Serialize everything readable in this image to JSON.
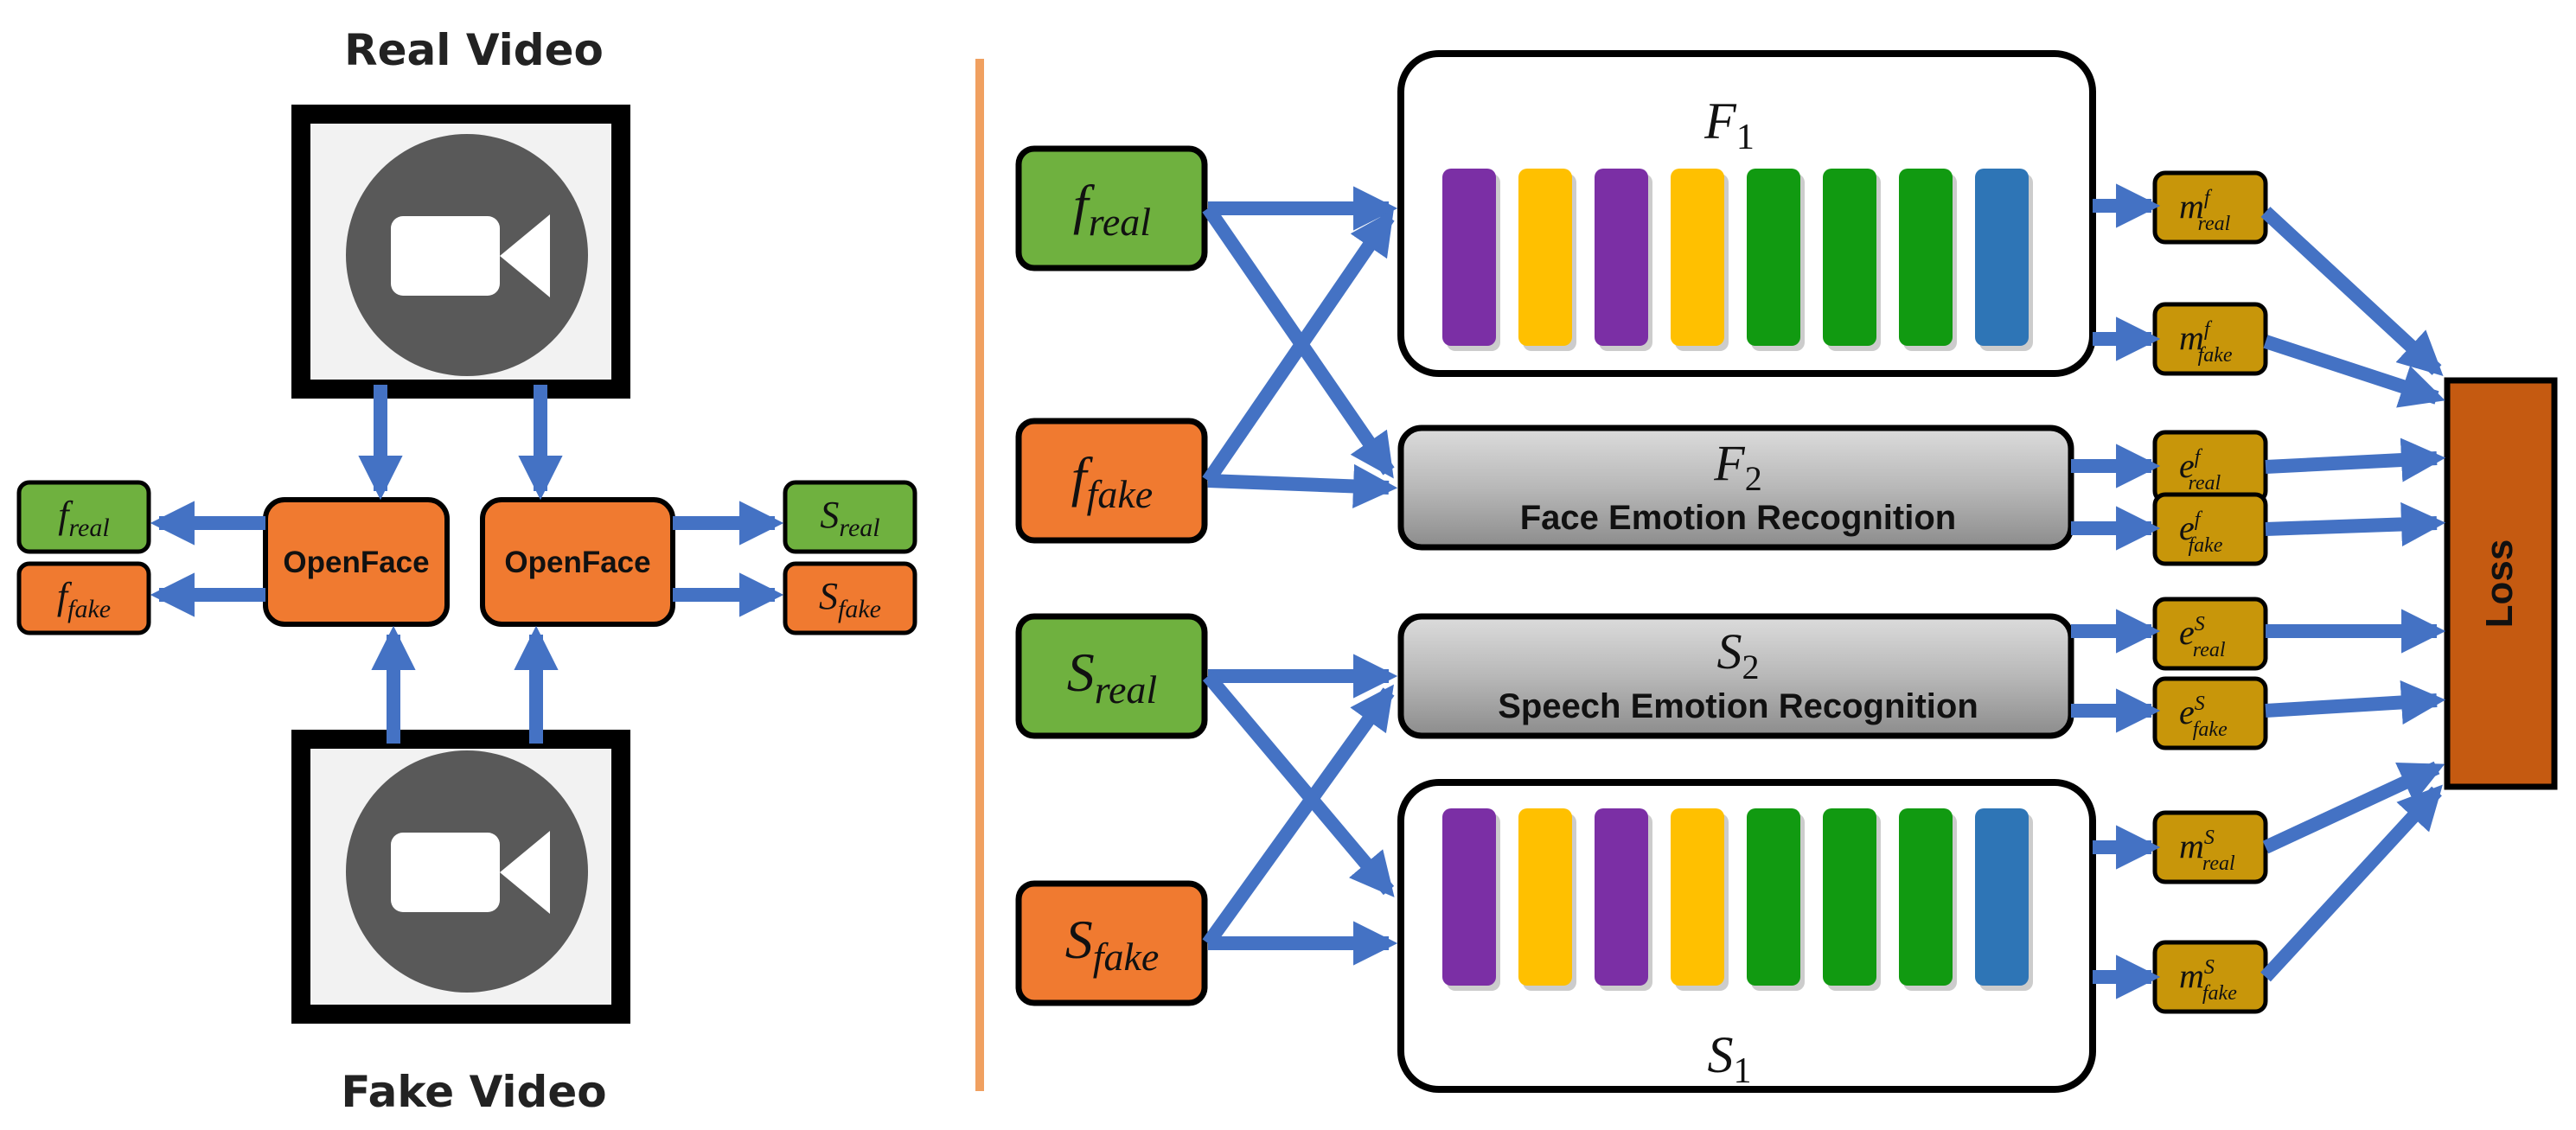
{
  "colors": {
    "arrow": "#4472c4",
    "divider": "#f0a060",
    "green": "#6fb13f",
    "orange": "#f07a30",
    "gray": "#b4b4b4",
    "gold": "#c8960a",
    "loss": "#c55a11",
    "bar_purple": "#7b2fa5",
    "bar_yellow": "#ffc000",
    "bar_green": "#119a11",
    "bar_blue": "#2e75b6",
    "camera_circle": "#595959"
  },
  "left_panel": {
    "real_video_title": "Real Video",
    "fake_video_title": "Fake Video",
    "openface_1": "OpenFace",
    "openface_2": "OpenFace",
    "f_real": {
      "base": "f",
      "sub": "real"
    },
    "f_fake": {
      "base": "f",
      "sub": "fake"
    },
    "s_real": {
      "base": "S",
      "sub": "real"
    },
    "s_fake": {
      "base": "S",
      "sub": "fake"
    },
    "video_icons": [
      "video-camera-icon",
      "video-camera-icon"
    ]
  },
  "right_panel": {
    "inputs": [
      {
        "base": "f",
        "sub": "real"
      },
      {
        "base": "f",
        "sub": "fake"
      },
      {
        "base": "S",
        "sub": "real"
      },
      {
        "base": "S",
        "sub": "fake"
      }
    ],
    "f1": {
      "base": "F",
      "sub": "1",
      "bars": [
        "purple",
        "yellow",
        "purple",
        "yellow",
        "green",
        "green",
        "green",
        "blue"
      ]
    },
    "f2": {
      "base": "F",
      "sub": "2",
      "label": "Face Emotion Recognition"
    },
    "s2": {
      "base": "S",
      "sub": "2",
      "label": "Speech Emotion Recognition"
    },
    "s1": {
      "base": "S",
      "sub": "1",
      "bars": [
        "purple",
        "yellow",
        "purple",
        "yellow",
        "green",
        "green",
        "green",
        "blue"
      ]
    },
    "outputs": [
      {
        "base": "m",
        "sup": "f",
        "sub": "real"
      },
      {
        "base": "m",
        "sup": "f",
        "sub": "fake"
      },
      {
        "base": "e",
        "sup": "f",
        "sub": "real"
      },
      {
        "base": "e",
        "sup": "f",
        "sub": "fake"
      },
      {
        "base": "e",
        "sup": "S",
        "sub": "real"
      },
      {
        "base": "e",
        "sup": "S",
        "sub": "fake"
      },
      {
        "base": "m",
        "sup": "S",
        "sub": "real"
      },
      {
        "base": "m",
        "sup": "S",
        "sub": "fake"
      }
    ],
    "loss_label": "Loss"
  }
}
